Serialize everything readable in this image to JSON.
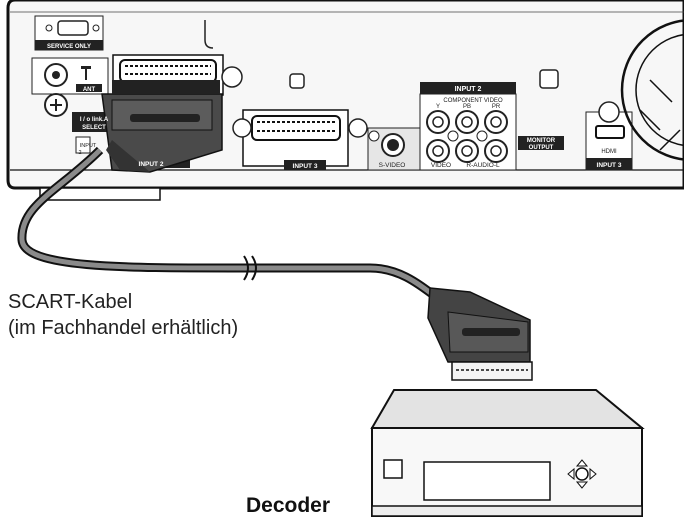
{
  "panel": {
    "service_only": "SERVICE ONLY",
    "ant": "ANT",
    "io_link": "I / o link.A",
    "select": "SELECT",
    "input_small": "INPUT",
    "input_small_num": "2",
    "input2_label": "INPUT 2",
    "input3_label": "INPUT 3",
    "input2_header": "INPUT 2",
    "component_video": "COMPONENT VIDEO",
    "comp_y": "Y",
    "comp_pb": "PB",
    "comp_pr": "PR",
    "s_video": "S-VIDEO",
    "video": "VIDEO",
    "r_audio_l": "R-AUDIO-L",
    "monitor_output_1": "MONITOR",
    "monitor_output_2": "OUTPUT",
    "hdmi": "HDMI",
    "input3_hdmi": "INPUT 3"
  },
  "cable": {
    "line1": "SCART-Kabel",
    "line2": "(im Fachhandel erhältlich)"
  },
  "device": {
    "label": "Decoder"
  }
}
